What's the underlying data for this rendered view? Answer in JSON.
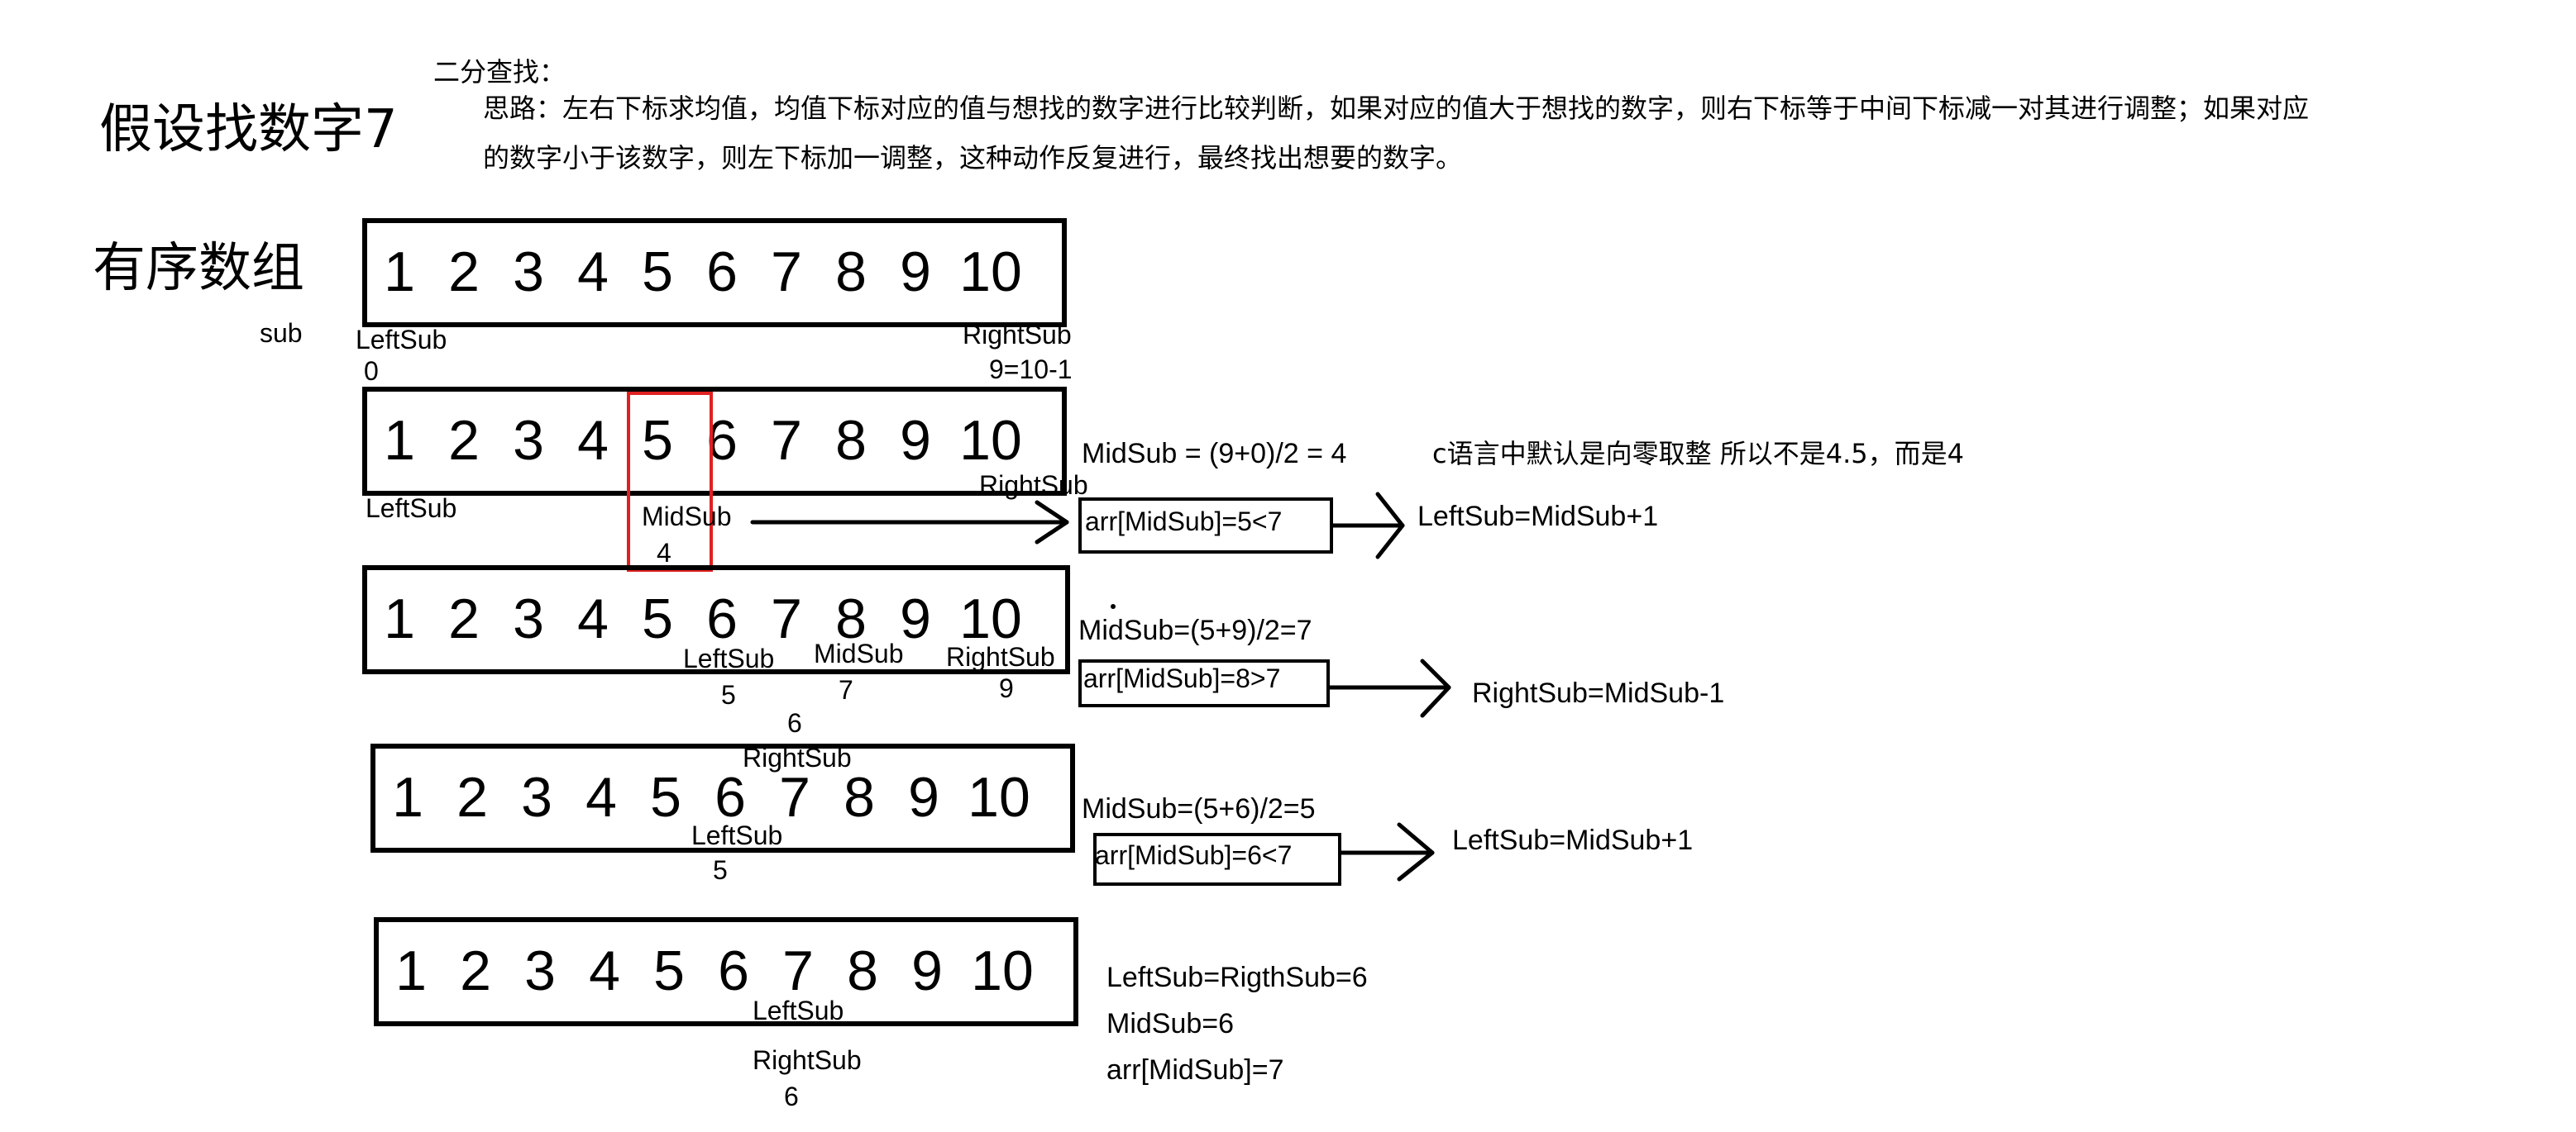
{
  "header": {
    "title": "假设找数字7",
    "subtitle": "二分查找：",
    "idea_line1": "思路：左右下标求均值，均值下标对应的值与想找的数字进行比较判断，如果对应的值大于想找的数字，则右下标等于中间下标减一对其进行调整；如果对应",
    "idea_line2": "的数字小于该数字，则左下标加一调整，这种动作反复进行，最终找出想要的数字。"
  },
  "section": {
    "label": "有序数组",
    "sub": "sub"
  },
  "array": [
    "1",
    "2",
    "3",
    "4",
    "5",
    "6",
    "7",
    "8",
    "9",
    "10"
  ],
  "row1": {
    "left": "LeftSub",
    "left_val": "0",
    "right": "RightSub",
    "right_val": "9=10-1"
  },
  "row2": {
    "left": "LeftSub",
    "right": "RightSub",
    "mid": "MidSub",
    "mid_val": "4",
    "formula": "MidSub = (9+0)/2 = 4",
    "note": "c语言中默认是向零取整   所以不是4.5，而是4",
    "compare": "arr[MidSub]=5<7",
    "result": "LeftSub=MidSub+1"
  },
  "row3": {
    "left": "LeftSub",
    "left_val": "5",
    "mid": "MidSub",
    "mid_val": "7",
    "right": "RightSub",
    "right_val": "9",
    "formula": "MidSub=(5+9)/2=7",
    "compare": "arr[MidSub]=8>7",
    "result": "RightSub=MidSub-1"
  },
  "row4": {
    "right_val": "6",
    "right": "RightSub",
    "left": "LeftSub",
    "left_val": "5",
    "formula": "MidSub=(5+6)/2=5",
    "compare": "arr[MidSub]=6<7",
    "result": "LeftSub=MidSub+1"
  },
  "row5": {
    "left": "LeftSub",
    "right": "RightSub",
    "right_val": "6",
    "line1": "LeftSub=RigthSub=6",
    "line2": "MidSub=6",
    "line3": "arr[MidSub]=7"
  },
  "colors": {
    "highlight": "#e02020",
    "ink": "#000000"
  }
}
